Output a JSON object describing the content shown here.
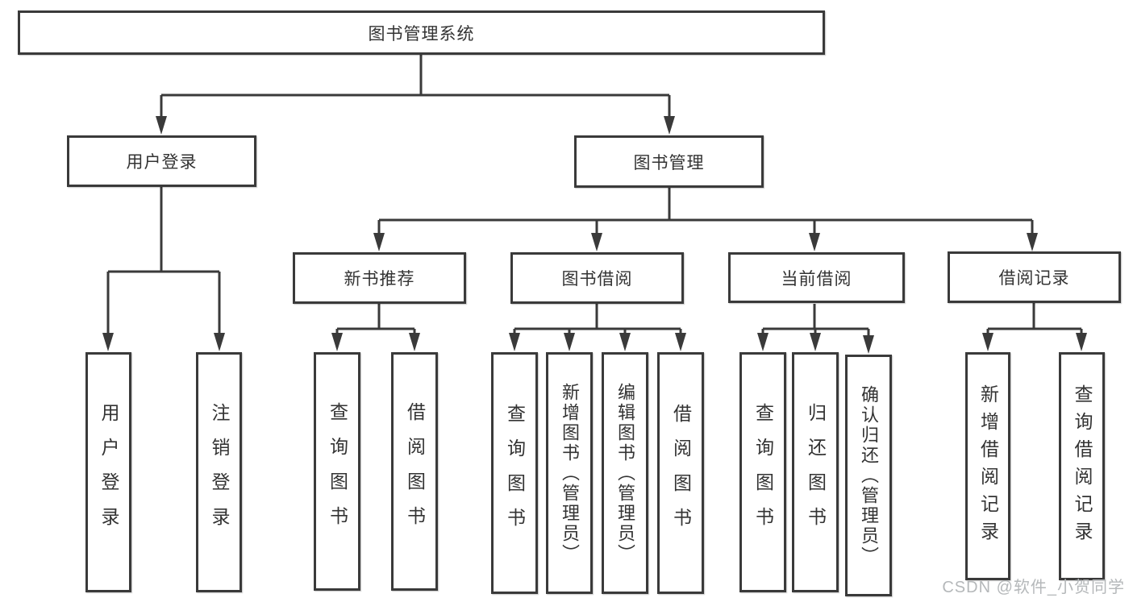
{
  "diagram": {
    "type": "tree",
    "colors": {
      "line": "#3a3a3a",
      "text": "#333333",
      "watermark": "#b5b8ba",
      "background": "#ffffff"
    },
    "watermark": "CSDN @软件_小贺同学",
    "nodes": {
      "root": {
        "label": "图书管理系统"
      },
      "user_login": {
        "label": "用户登录"
      },
      "book_mgmt": {
        "label": "图书管理"
      },
      "new_book_rec": {
        "label": "新书推荐"
      },
      "book_borrow": {
        "label": "图书借阅"
      },
      "current_borrow": {
        "label": "当前借阅"
      },
      "borrow_record": {
        "label": "借阅记录"
      },
      "leaf_user_login": {
        "label": "用户登录"
      },
      "leaf_logout": {
        "label": "注销登录"
      },
      "leaf_rec_query": {
        "label": "查询图书"
      },
      "leaf_rec_borrow": {
        "label": "借阅图书"
      },
      "leaf_bb_query": {
        "label": "查询图书"
      },
      "leaf_bb_add": {
        "label": "新增图书（管理员）"
      },
      "leaf_bb_edit": {
        "label": "编辑图书（管理员）"
      },
      "leaf_bb_borrow": {
        "label": "借阅图书"
      },
      "leaf_cb_query": {
        "label": "查询图书"
      },
      "leaf_cb_return": {
        "label": "归还图书"
      },
      "leaf_cb_confirm": {
        "label": "确认归还（管理员）"
      },
      "leaf_br_add": {
        "label": "新增借阅记录"
      },
      "leaf_br_query": {
        "label": "查询借阅记录"
      }
    },
    "edges": [
      "图书管理系统→用户登录",
      "图书管理系统→图书管理",
      "用户登录→用户登录",
      "用户登录→注销登录",
      "图书管理→新书推荐",
      "图书管理→图书借阅",
      "图书管理→当前借阅",
      "图书管理→借阅记录",
      "新书推荐→查询图书",
      "新书推荐→借阅图书",
      "图书借阅→查询图书",
      "图书借阅→新增图书（管理员）",
      "图书借阅→编辑图书（管理员）",
      "图书借阅→借阅图书",
      "当前借阅→查询图书",
      "当前借阅→归还图书",
      "当前借阅→确认归还（管理员）",
      "借阅记录→新增借阅记录",
      "借阅记录→查询借阅记录"
    ]
  }
}
